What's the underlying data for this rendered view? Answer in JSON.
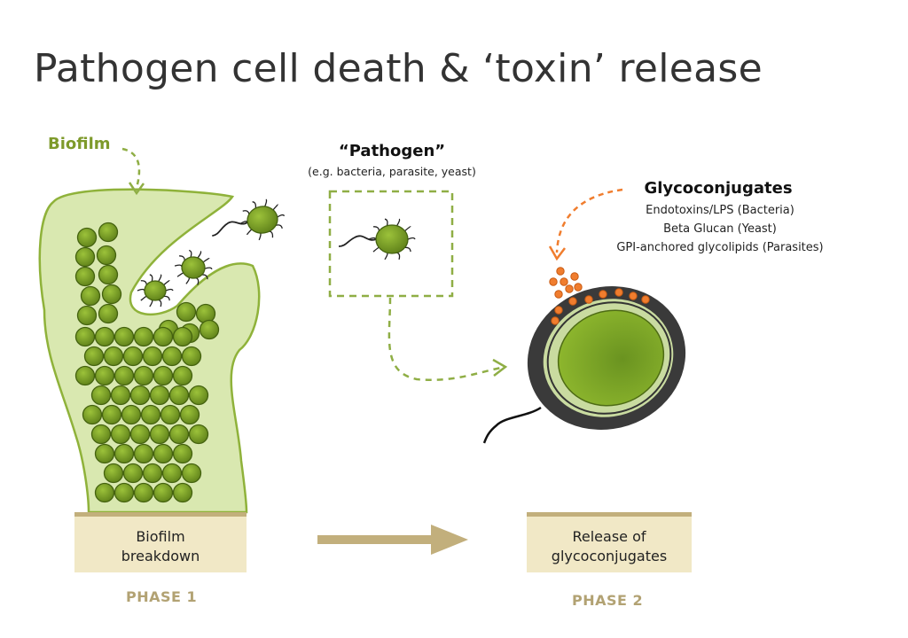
{
  "title": "Pathogen cell death & ‘toxin’ release",
  "biofilm_label": "Biofilm",
  "pathogen": {
    "title": "“Pathogen”",
    "subtitle": "(e.g. bacteria, parasite, yeast)"
  },
  "glycoconjugates": {
    "title": "Glycoconjugates",
    "items": [
      "Endotoxins/LPS (Bacteria)",
      "Beta Glucan (Yeast)",
      "GPI-anchored glycolipids (Parasites)"
    ]
  },
  "phase1": {
    "box_line1": "Biofilm",
    "box_line2": "breakdown",
    "label": "PHASE 1"
  },
  "phase2": {
    "box_line1": "Release of",
    "box_line2": "glycoconjugates",
    "label": "PHASE 2"
  },
  "colors": {
    "biofilm_fill": "#d9e8b0",
    "cell_green": "#7a9f24",
    "callout_arrow_green": "#8fae45",
    "orange": "#f07d2e",
    "dark_wall": "#3a3a3a",
    "phase_box": "#f1e8c6",
    "phase_text": "#b2a273",
    "arrow_tan": "#c2af7c"
  },
  "icons": [
    "pathogen-cell-icon",
    "biofilm-illustration",
    "lysing-cell-illustration",
    "right-arrow-icon"
  ]
}
